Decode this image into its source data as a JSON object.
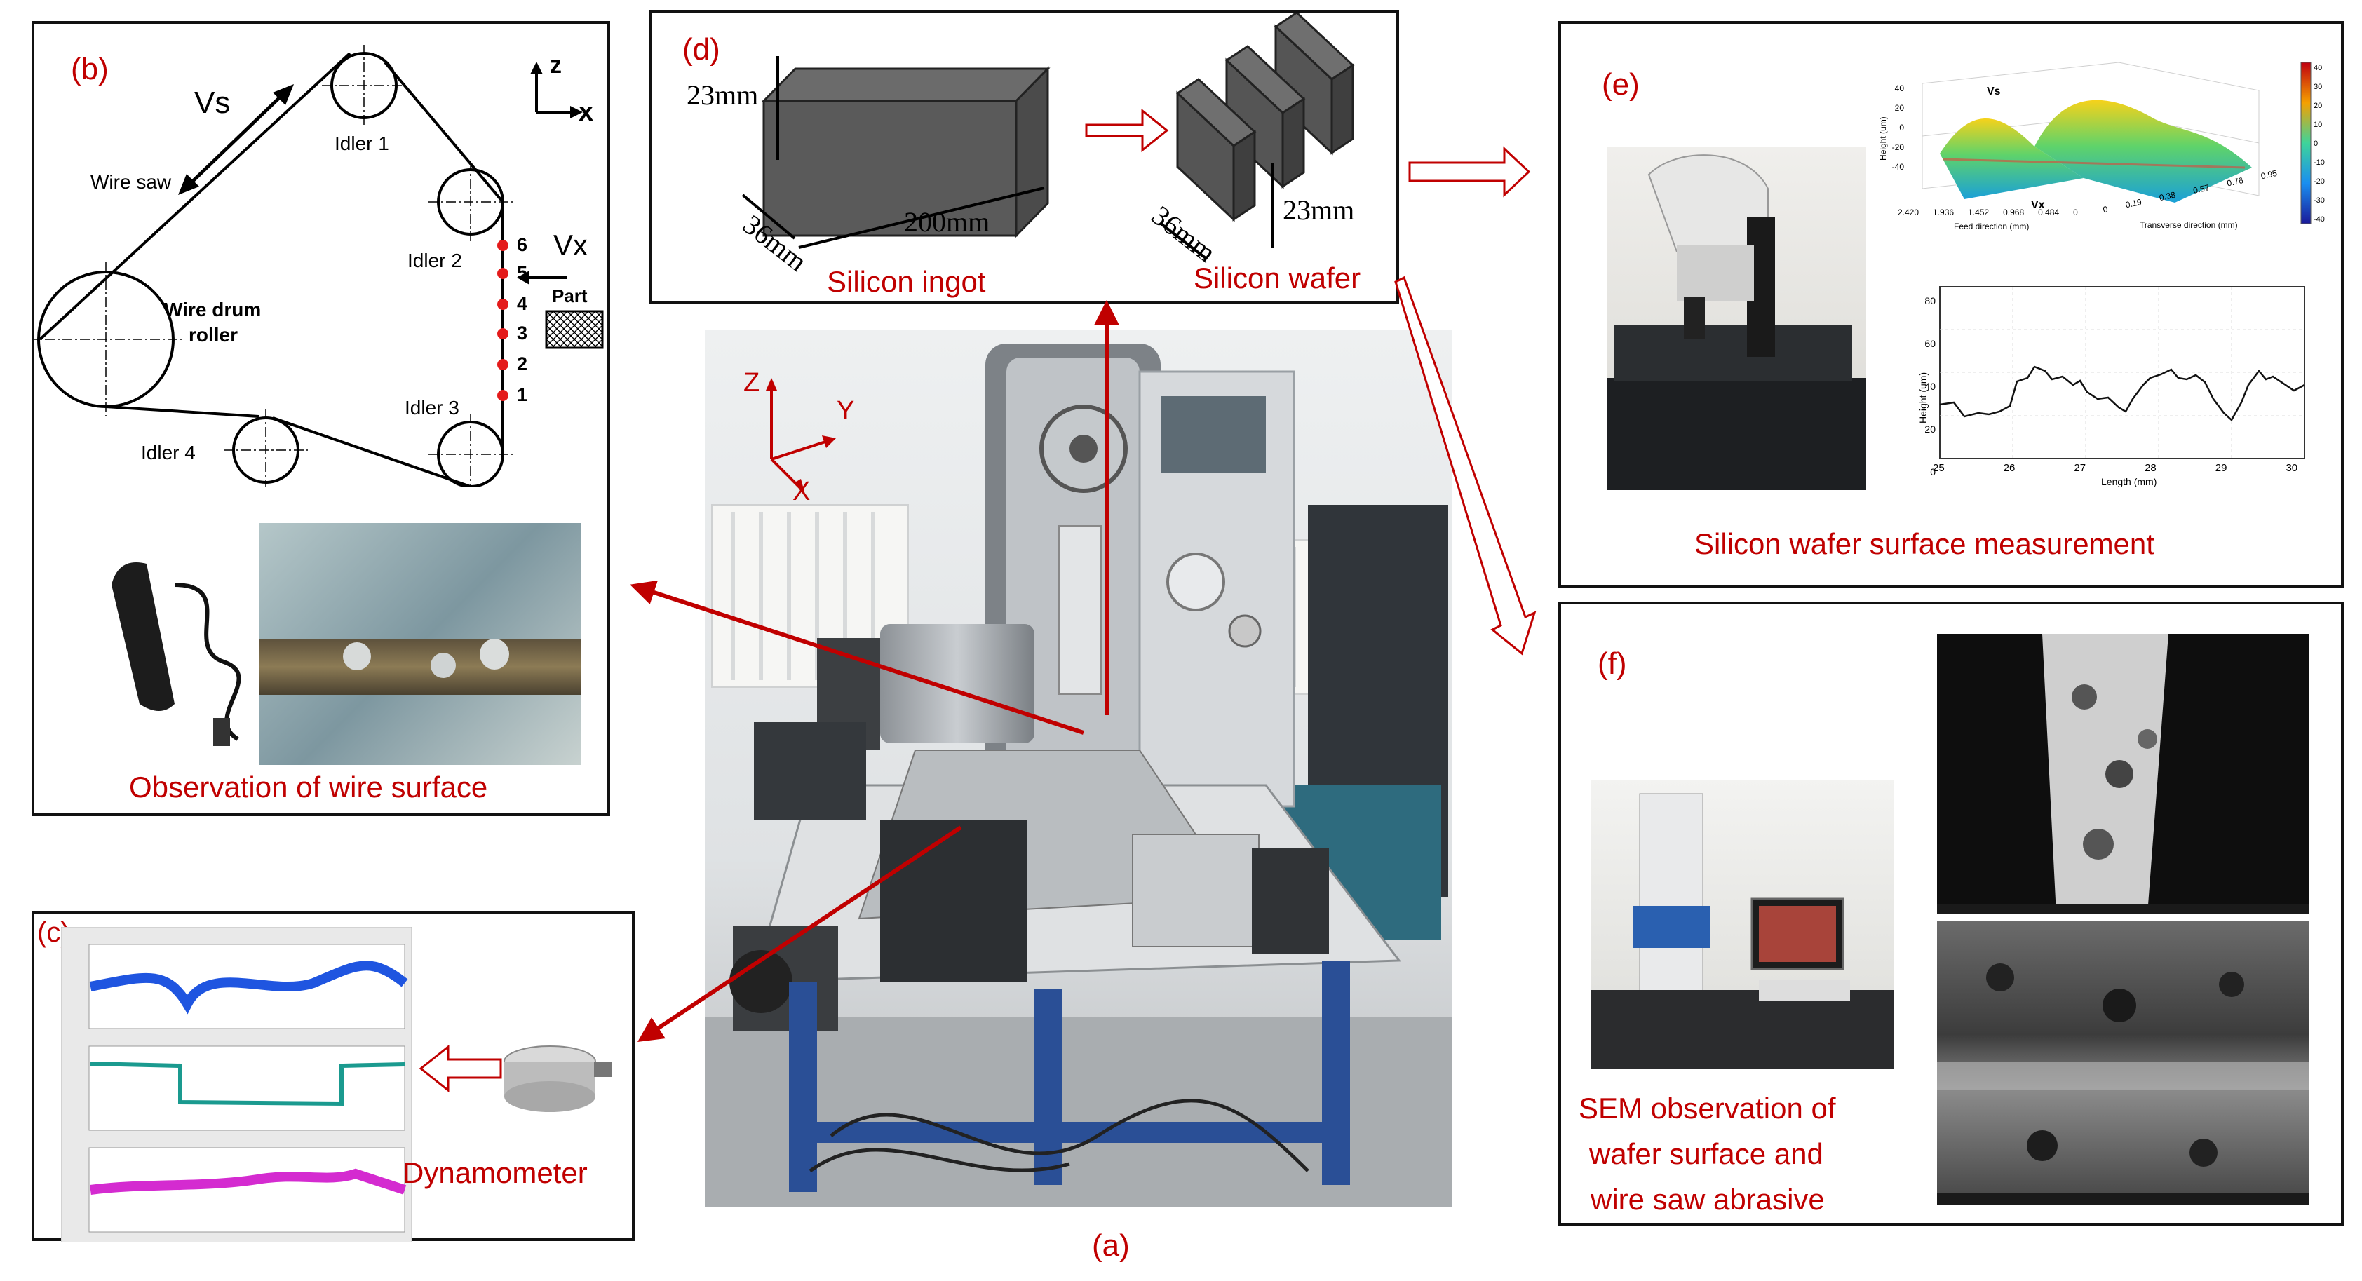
{
  "colors": {
    "accent_red": "#c00000",
    "arrow_red": "#c00000"
  },
  "panel_a": {
    "tag": "(a)",
    "axis_z": "Z",
    "axis_y": "Y",
    "axis_x": "X"
  },
  "panel_b": {
    "tag": "(b)",
    "axis_z": "z",
    "axis_x": "x",
    "vs": "Vs",
    "vx": "Vx",
    "wire_saw": "Wire saw",
    "drum_line1": "Wire drum",
    "drum_line2": "roller",
    "idler1": "Idler 1",
    "idler2": "Idler 2",
    "idler3": "Idler 3",
    "idler4": "Idler 4",
    "part": "Part",
    "points": [
      "6",
      "5",
      "4",
      "3",
      "2",
      "1"
    ],
    "caption": "Observation of wire surface"
  },
  "panel_c": {
    "tag": "(c)",
    "caption": "Dynamometer"
  },
  "panel_d": {
    "tag": "(d)",
    "height": "23mm",
    "width": "36mm",
    "length": "200mm",
    "wafer_w": "36mm",
    "wafer_h": "23mm",
    "ingot_label": "Silicon ingot",
    "wafer_label": "Silicon wafer"
  },
  "panel_e": {
    "tag": "(e)",
    "caption": "Silicon wafer surface measurement",
    "plot3d": {
      "vs": "Vs",
      "vx": "Vx",
      "z_label": "Height (um)",
      "z_ticks": [
        "40",
        "20",
        "0",
        "-20",
        "-40"
      ],
      "feed_label": "Feed direction (mm)",
      "feed_ticks": [
        "2.420",
        "1.936",
        "1.452",
        "0.968",
        "0.484",
        "0"
      ],
      "trans_label": "Transverse direction (mm)",
      "trans_ticks": [
        "0",
        "0.19",
        "0.38",
        "0.57",
        "0.76",
        "0.95"
      ],
      "colorbar_ticks": [
        "40",
        "30",
        "20",
        "10",
        "0",
        "-10",
        "-20",
        "-30",
        "-40"
      ]
    },
    "profile": {
      "y_label": "Height (um)",
      "x_label": "Length (mm)",
      "y_ticks": [
        "80",
        "60",
        "40",
        "20",
        "0"
      ],
      "x_ticks": [
        "25",
        "26",
        "27",
        "28",
        "29",
        "30"
      ]
    }
  },
  "panel_f": {
    "tag": "(f)",
    "caption_line1": "SEM observation of",
    "caption_line2": "wafer surface and",
    "caption_line3": "wire saw abrasive"
  }
}
